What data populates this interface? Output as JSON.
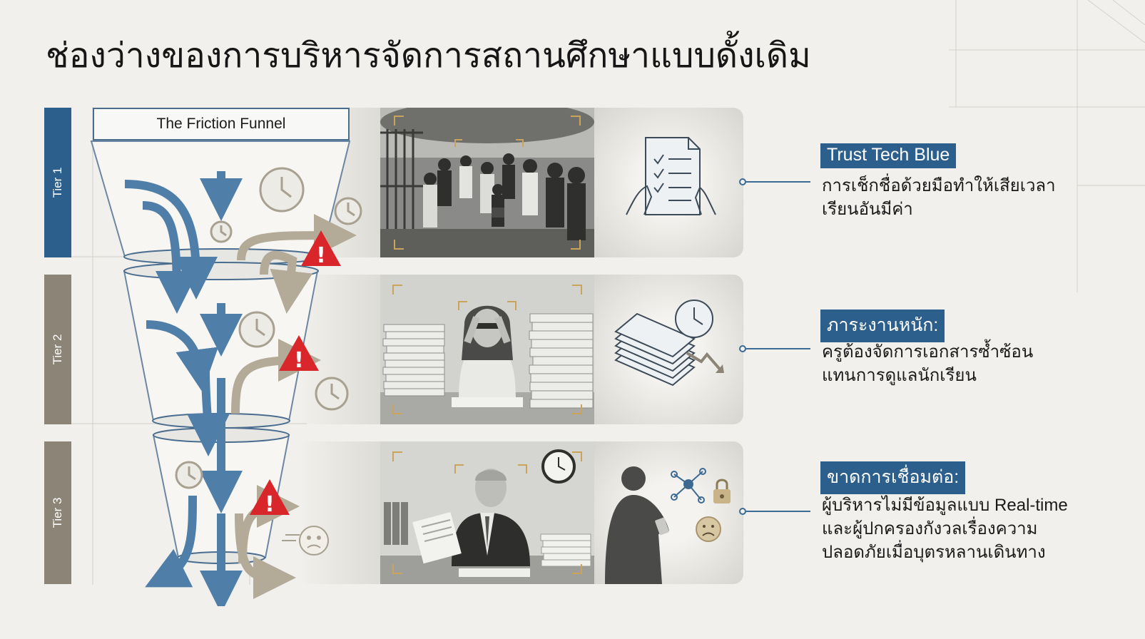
{
  "title": "ช่องว่างของการบริหารจัดการสถานศึกษาแบบดั้งเดิม",
  "funnel": {
    "title": "The Friction Funnel"
  },
  "tiers": [
    {
      "label": "Tier 1",
      "color": "#2d5f8c",
      "tag": "Trust Tech Blue",
      "description": "การเช็กชื่อด้วยมือทำให้เสียเวลา\nเรียนอันมีค่า",
      "photo": "students-at-school-gate",
      "icon": "checklist-document-icon"
    },
    {
      "label": "Tier 2",
      "color": "#8c8577",
      "tag": "ภาระงานหนัก:",
      "description": "ครูต้องจัดการเอกสารซ้ำซ้อน\nแทนการดูแลนักเรียน",
      "photo": "stressed-teacher-with-paper-stacks",
      "icon": "paper-stack-clock-icon"
    },
    {
      "label": "Tier 3",
      "color": "#8c8577",
      "tag": "ขาดการเชื่อมต่อ:",
      "description": "ผู้บริหารไม่มีข้อมูลแบบ Real-time\nและผู้ปกครองกังวลเรื่องความ\nปลอดภัยเมื่อบุตรหลานเดินทาง",
      "photo": "stressed-administrator-at-desk",
      "icon": "worried-parent-with-phone-icon"
    }
  ],
  "colors": {
    "accent_blue": "#2d5f8c",
    "arrow_blue": "#4f7ea8",
    "arrow_beige": "#b3aa98",
    "warning_red": "#d8262b",
    "background": "#f1f0ec"
  }
}
